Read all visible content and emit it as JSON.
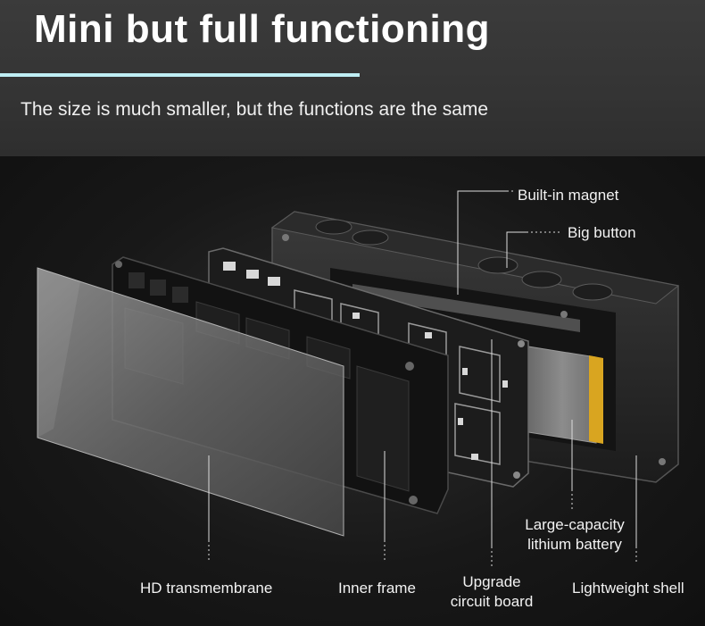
{
  "header": {
    "title": "Mini but full functioning",
    "subtitle": "The size is much smaller, but the functions are the same"
  },
  "colors": {
    "accent_line": "#bfeef4",
    "header_bg": "#383838",
    "scene_bg": "#1a1a1a",
    "battery_gold": "#d9a520"
  },
  "callouts": {
    "built_in_magnet": "Built-in magnet",
    "big_button": "Big button",
    "battery_line1": "Large-capacity",
    "battery_line2": "lithium battery",
    "hd_transmembrane": "HD transmembrane",
    "inner_frame": "Inner frame",
    "circuit_line1": "Upgrade",
    "circuit_line2": "circuit board",
    "lightweight_shell": "Lightweight shell"
  }
}
